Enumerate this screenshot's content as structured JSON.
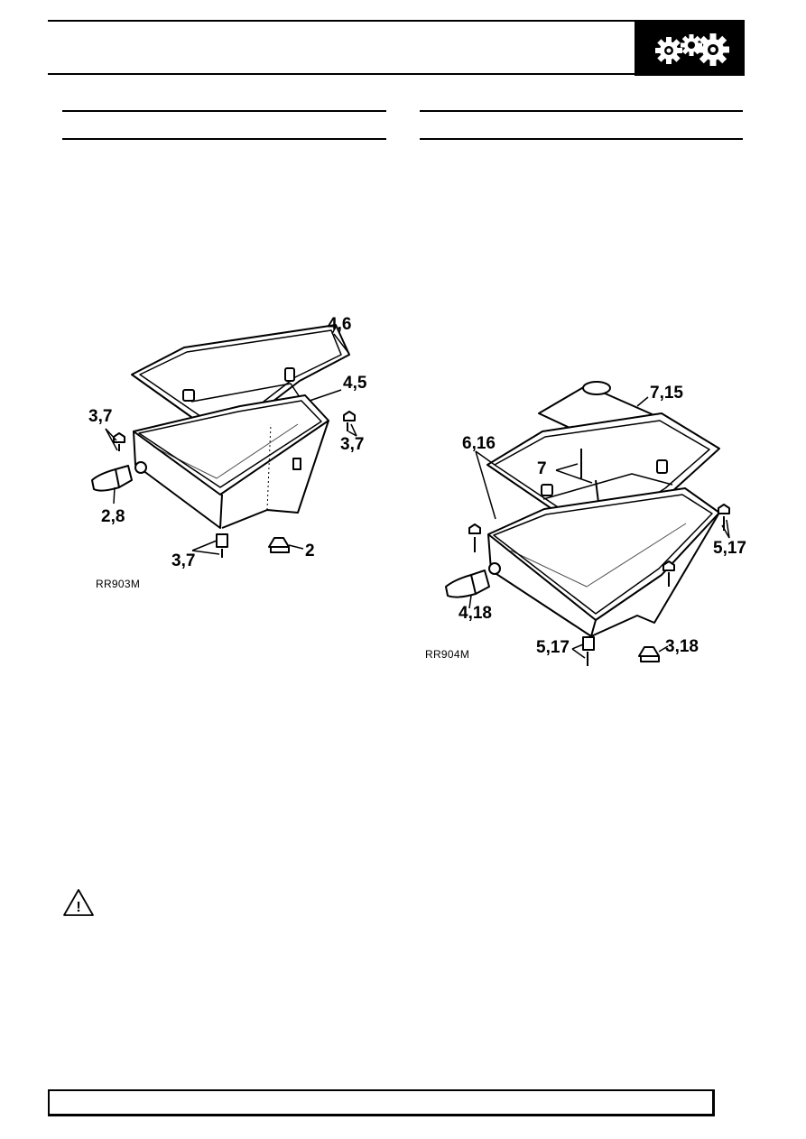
{
  "header": {
    "section_icon": "gears-icon",
    "brand_color": "#000000"
  },
  "figure_left": {
    "ref": "RR903M",
    "callouts": {
      "gasket": "4,6",
      "pan": "4,5",
      "clip_left": "3,7",
      "clip_right": "3,7",
      "connector": "2,8",
      "bottom_screw": "3,7",
      "drain_plug": "2"
    }
  },
  "figure_right": {
    "ref": "RR904M",
    "callouts": {
      "filter": "7,15",
      "gasket": "6,16",
      "bolts": "7",
      "clip_right": "5,17",
      "connector": "4,18",
      "bottom_screw": "5,17",
      "drain_plug": "3,18"
    }
  },
  "warning": {
    "icon": "warning-triangle-icon",
    "symbol": "!"
  }
}
